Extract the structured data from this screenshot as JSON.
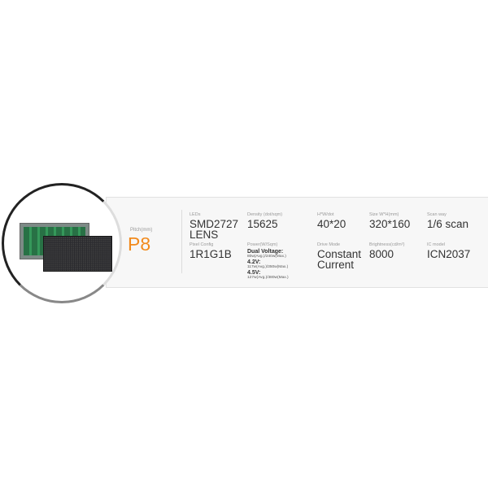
{
  "pitch": {
    "label": "Pitch(mm)",
    "value": "P8"
  },
  "specs": {
    "leds": {
      "label": "LEDs",
      "value_line1": "SMD2727",
      "value_line2": "LENS"
    },
    "density": {
      "label": "Density (dot/sqm)",
      "value": "15625"
    },
    "hw_dot": {
      "label": "H*W/dot",
      "value": "40*20"
    },
    "size": {
      "label": "Size W*H(mm)",
      "value": "320*160"
    },
    "scan": {
      "label": "Scan way",
      "value": "1/6 scan"
    },
    "pixel_config": {
      "label": "Pixel Config",
      "value": "1R1G1B"
    },
    "power": {
      "label": "Power(W/Sqm)",
      "dual_title": "Dual Voltage:",
      "dual_value": "80w(Avg.)/240w(Max.)",
      "v42_title": "4.2V:",
      "v42_value": "117w(Avg.)/350w(Max.)",
      "v45_title": "4.5V:",
      "v45_value": "127w(Avg.)/380w(Max.)"
    },
    "drive": {
      "label": "Drive Mode",
      "value_line1": "Constant",
      "value_line2": "Current"
    },
    "brightness": {
      "label": "Brightness(cd/m²)",
      "value": "8000"
    },
    "ic": {
      "label": "IC model",
      "value": "ICN2037"
    }
  },
  "colors": {
    "accent": "#f28a1c"
  }
}
